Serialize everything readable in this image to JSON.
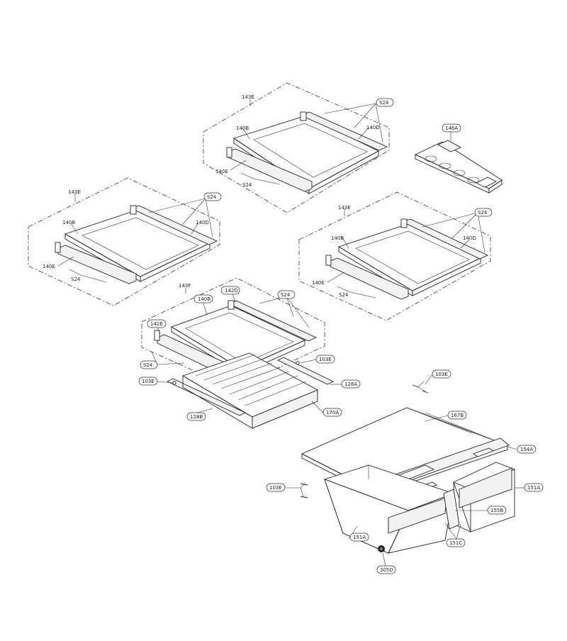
{
  "labels": {
    "l143E_top": "143E",
    "l143E_left": "143E",
    "l143E_right": "143E",
    "l143F": "143F",
    "l140B_top": "140B",
    "l140B_left": "140B",
    "l140B_right": "140B",
    "l140B_bottom": "140B",
    "l140D_top": "140D",
    "l140D_left": "140D",
    "l140D_right": "140D",
    "l140E_top": "140E",
    "l140E_left": "140E",
    "l140E_right": "140E",
    "l142D": "142D",
    "l142E": "142E",
    "s24_top_a": "S24",
    "s24_top_b": "S24",
    "s24_left_a": "S24",
    "s24_left_b": "S24",
    "s24_right_a": "S24",
    "s24_right_b": "S24",
    "s24_bottom_a": "S24",
    "s24_bottom_b": "S24",
    "l146A": "146A",
    "l103E_a": "103E",
    "l103E_b": "103E",
    "l103E_c": "103E",
    "l103E_d": "103E",
    "l128A": "128A",
    "l128B": "128B",
    "l170A": "170A",
    "l167B": "167B",
    "l154A": "154A",
    "l151A_right": "151A",
    "l151A_left": "151A",
    "l155B": "155B",
    "l151C": "151C",
    "l305D": "305D"
  }
}
